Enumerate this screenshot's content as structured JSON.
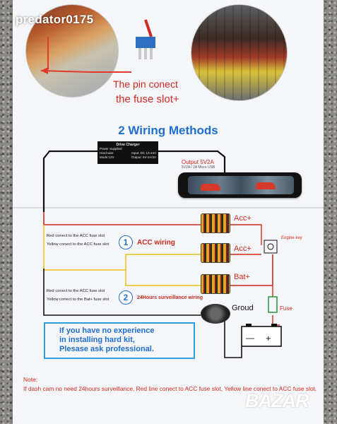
{
  "watermark": "predator0175",
  "pin_note": {
    "line1": "The pin conect",
    "line2": "the fuse slot+"
  },
  "section_title": "2 Wiring Methods",
  "charger": {
    "title": "Drive Charger",
    "rows": [
      [
        "Power Supplied",
        ""
      ],
      [
        "Hard-wire",
        "Input: DC 12-24V"
      ],
      [
        "Mode:12V",
        "Output: 5V-2A/3A"
      ]
    ]
  },
  "output": {
    "label": "Output 5V2A",
    "sub": "5V2A / 2A Micro USB"
  },
  "method1": {
    "number": "1",
    "label": "ACC wiring",
    "lines": [
      "Red conect to the ACC fuse slot",
      "Yellow conect to the ACC fuse slot"
    ]
  },
  "method2": {
    "number": "2",
    "label": "24Hours surveillance wiring",
    "lines": [
      "Red conect to the ACC fuse slot",
      "Yellow conect to the Bat+ fuse slot"
    ]
  },
  "nodes": {
    "acc1": "Acc+",
    "acc2": "Acc+",
    "bat": "Bat+",
    "ground": "Groud",
    "fuse": "Fuse",
    "engine_key": "Engine key"
  },
  "advice": [
    "If you have no experience",
    "in installing hard kit,",
    "Plesase ask professional."
  ],
  "note": {
    "title": "Note:",
    "text": "If dash cam no need 24hours surveillance, Red line conect to ACC fuse slot, Yellow line conect to ACC fuse slot."
  },
  "site_logo": "BAZAR",
  "colors": {
    "accent_blue": "#1f6fd1",
    "accent_red": "#d12a1f",
    "wire_yellow": "#e7c21a",
    "wire_black": "#111111"
  }
}
